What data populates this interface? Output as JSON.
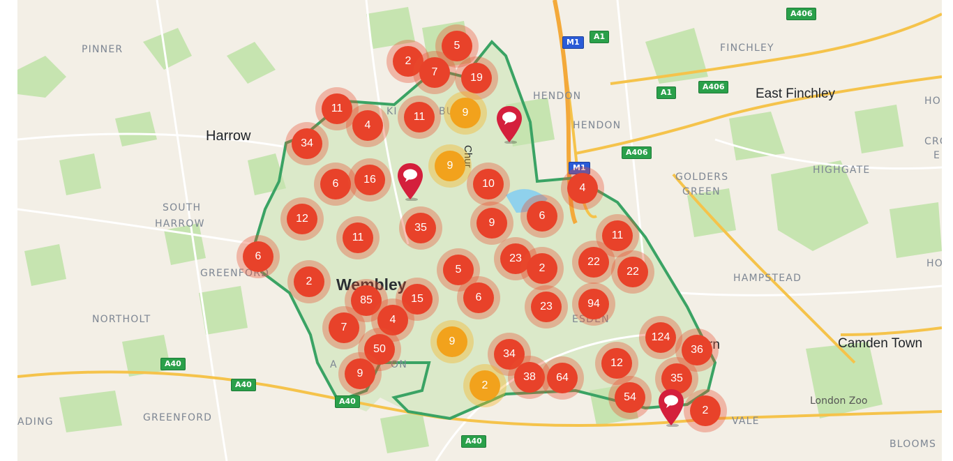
{
  "map": {
    "places": [
      {
        "id": "pinner",
        "label": "PINNER"
      },
      {
        "id": "harrow",
        "label": "Harrow"
      },
      {
        "id": "south-harrow-1",
        "label": "SOUTH"
      },
      {
        "id": "south-harrow-2",
        "label": "HARROW"
      },
      {
        "id": "greenford-top",
        "label": "GREENFORD"
      },
      {
        "id": "northolt",
        "label": "NORTHOLT"
      },
      {
        "id": "greenford",
        "label": "GREENFORD"
      },
      {
        "id": "ading",
        "label": "ADING"
      },
      {
        "id": "wembley",
        "label": "Wembley"
      },
      {
        "id": "alperton",
        "label": "A"
      },
      {
        "id": "alperton-end",
        "label": "ON"
      },
      {
        "id": "kingsbury",
        "label": "KI"
      },
      {
        "id": "kingsbury-2",
        "label": "BU"
      },
      {
        "id": "church",
        "label": "Chur"
      },
      {
        "id": "hendon-1",
        "label": "HENDON"
      },
      {
        "id": "hendon-2",
        "label": "HENDON"
      },
      {
        "id": "finchley",
        "label": "FINCHLEY"
      },
      {
        "id": "east-finchley",
        "label": "East Finchley"
      },
      {
        "id": "golders-1",
        "label": "GOLDERS"
      },
      {
        "id": "golders-2",
        "label": "GREEN"
      },
      {
        "id": "highgate",
        "label": "HIGHGATE"
      },
      {
        "id": "hampstead",
        "label": "HAMPSTEAD"
      },
      {
        "id": "camden",
        "label": "Camden Town"
      },
      {
        "id": "london-zoo",
        "label": "London Zoo"
      },
      {
        "id": "willesden",
        "label": "ESDEN"
      },
      {
        "id": "kilburn",
        "label": "rn"
      },
      {
        "id": "maida",
        "label": "VALE"
      },
      {
        "id": "edge-ho1",
        "label": "HO"
      },
      {
        "id": "edge-cro",
        "label": "CRO"
      },
      {
        "id": "edge-e",
        "label": "E"
      },
      {
        "id": "edge-ho2",
        "label": "HO"
      },
      {
        "id": "edge-blooms",
        "label": "BLOOMS"
      }
    ],
    "road_shields": [
      {
        "id": "a406-top",
        "label": "A406",
        "type": "green"
      },
      {
        "id": "m1-top",
        "label": "M1",
        "type": "blue"
      },
      {
        "id": "a1-top",
        "label": "A1",
        "type": "green"
      },
      {
        "id": "a1-mid",
        "label": "A1",
        "type": "green"
      },
      {
        "id": "a406-mid",
        "label": "A406",
        "type": "green"
      },
      {
        "id": "a406-low",
        "label": "A406",
        "type": "green"
      },
      {
        "id": "m1-low",
        "label": "M1",
        "type": "blue"
      },
      {
        "id": "a40-1",
        "label": "A40",
        "type": "green"
      },
      {
        "id": "a40-2",
        "label": "A40",
        "type": "green"
      },
      {
        "id": "a40-3",
        "label": "A40",
        "type": "green"
      },
      {
        "id": "a40-4",
        "label": "A40",
        "type": "green"
      }
    ],
    "clusters": [
      {
        "count": "2",
        "color": "red"
      },
      {
        "count": "5",
        "color": "red"
      },
      {
        "count": "7",
        "color": "red"
      },
      {
        "count": "19",
        "color": "red"
      },
      {
        "count": "11",
        "color": "red"
      },
      {
        "count": "4",
        "color": "red"
      },
      {
        "count": "11",
        "color": "red"
      },
      {
        "count": "9",
        "color": "orange"
      },
      {
        "count": "34",
        "color": "red"
      },
      {
        "count": "9",
        "color": "orange"
      },
      {
        "count": "6",
        "color": "red"
      },
      {
        "count": "16",
        "color": "red"
      },
      {
        "count": "10",
        "color": "red"
      },
      {
        "count": "4",
        "color": "red"
      },
      {
        "count": "12",
        "color": "red"
      },
      {
        "count": "11",
        "color": "red"
      },
      {
        "count": "35",
        "color": "red"
      },
      {
        "count": "9",
        "color": "red"
      },
      {
        "count": "6",
        "color": "red"
      },
      {
        "count": "11",
        "color": "red"
      },
      {
        "count": "6",
        "color": "red"
      },
      {
        "count": "23",
        "color": "red"
      },
      {
        "count": "2",
        "color": "red"
      },
      {
        "count": "22",
        "color": "red"
      },
      {
        "count": "22",
        "color": "red"
      },
      {
        "count": "2",
        "color": "red"
      },
      {
        "count": "5",
        "color": "red"
      },
      {
        "count": "85",
        "color": "red"
      },
      {
        "count": "15",
        "color": "red"
      },
      {
        "count": "6",
        "color": "red"
      },
      {
        "count": "23",
        "color": "red"
      },
      {
        "count": "94",
        "color": "red"
      },
      {
        "count": "4",
        "color": "red"
      },
      {
        "count": "7",
        "color": "red"
      },
      {
        "count": "50",
        "color": "red"
      },
      {
        "count": "9",
        "color": "orange"
      },
      {
        "count": "124",
        "color": "red"
      },
      {
        "count": "36",
        "color": "red"
      },
      {
        "count": "34",
        "color": "red"
      },
      {
        "count": "9",
        "color": "red"
      },
      {
        "count": "38",
        "color": "red"
      },
      {
        "count": "64",
        "color": "red"
      },
      {
        "count": "12",
        "color": "red"
      },
      {
        "count": "35",
        "color": "red"
      },
      {
        "count": "2",
        "color": "orange"
      },
      {
        "count": "54",
        "color": "red"
      },
      {
        "count": "2",
        "color": "red"
      }
    ],
    "pins": [
      {
        "icon": "speech-bubble-icon"
      },
      {
        "icon": "speech-bubble-icon"
      },
      {
        "icon": "speech-bubble-icon"
      }
    ],
    "colors": {
      "cluster_red": "#e8422a",
      "cluster_orange": "#f2a21c",
      "boundary": "#3aa364",
      "pin": "#d41f3c",
      "park": "#c6e4b0",
      "motorway": "#f3b13c"
    }
  }
}
